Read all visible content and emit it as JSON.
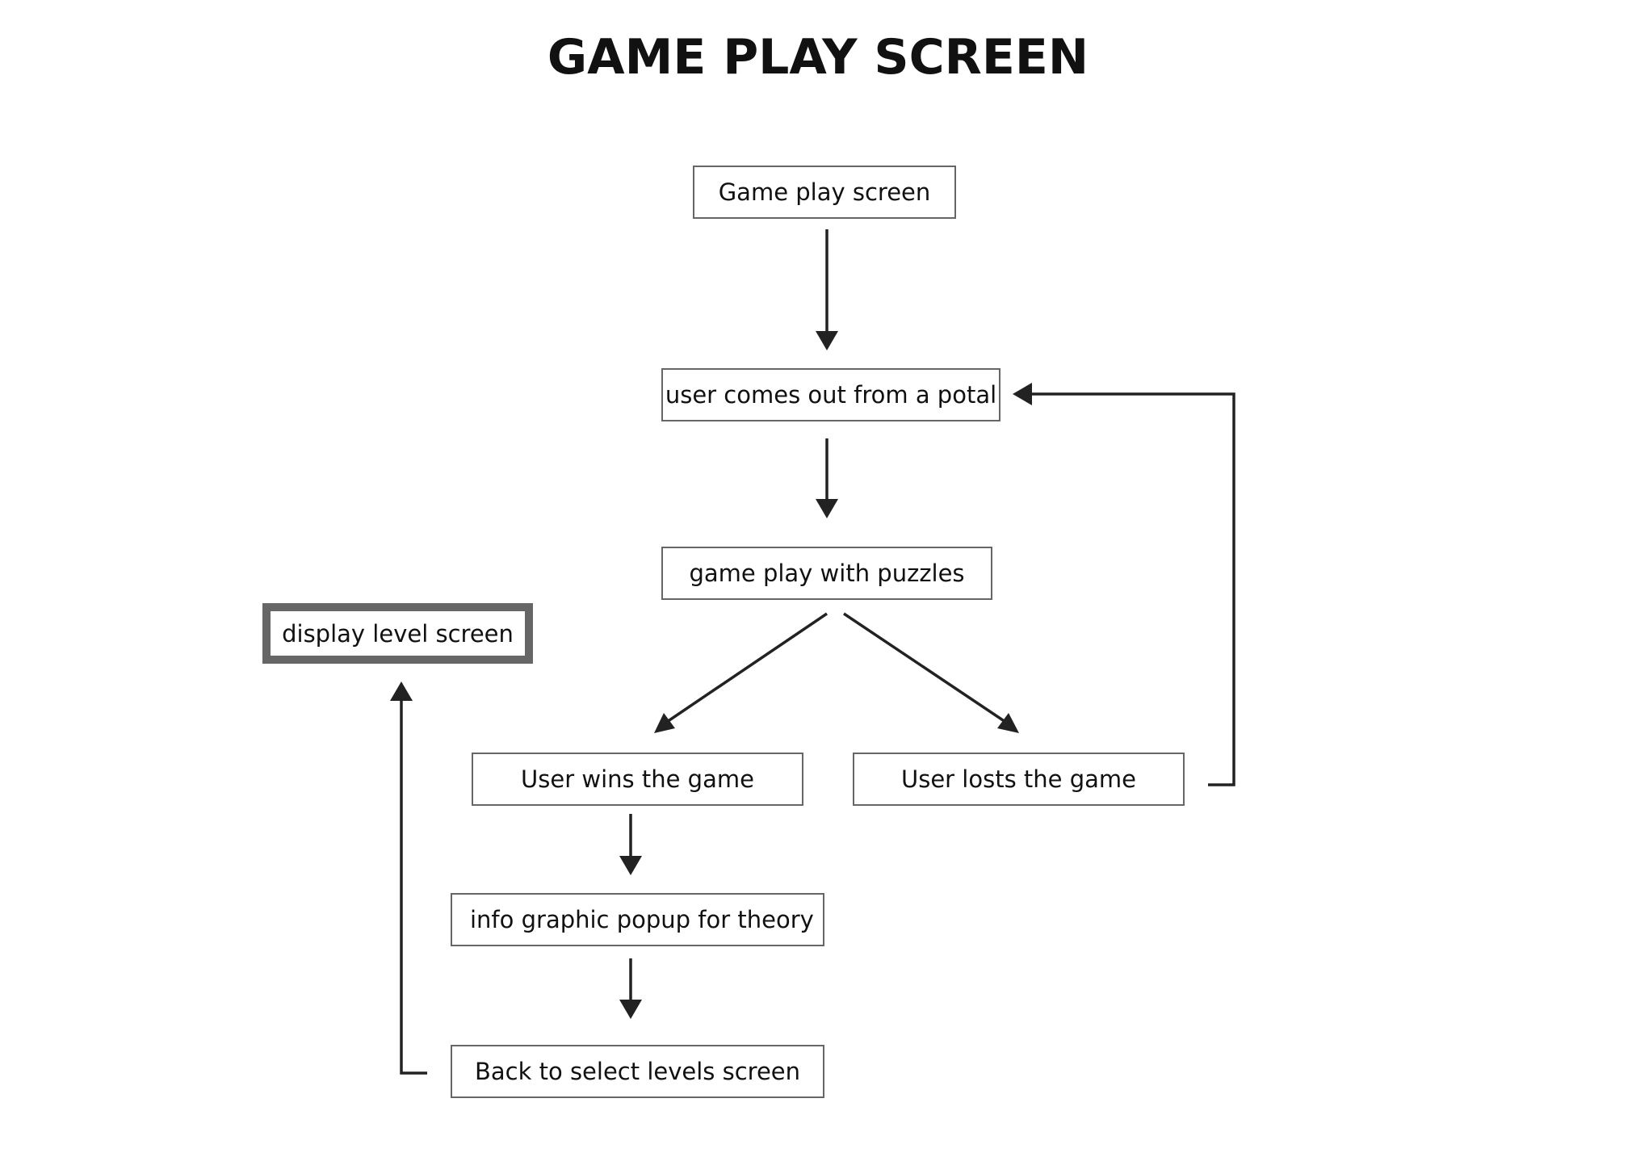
{
  "title": "GAME PLAY SCREEN",
  "nodes": {
    "game_play_screen": "Game play screen",
    "user_comes_out": "user comes out from a potal",
    "game_play_puzzles": "game play with puzzles",
    "display_level_screen": "display level screen",
    "user_wins": "User wins the game",
    "user_losts": "User losts the game",
    "info_graphic": "info graphic popup for theory",
    "back_to_select": "Back to select levels screen"
  },
  "colors": {
    "box_border": "#666666",
    "arrow": "#222222",
    "text": "#111111"
  }
}
